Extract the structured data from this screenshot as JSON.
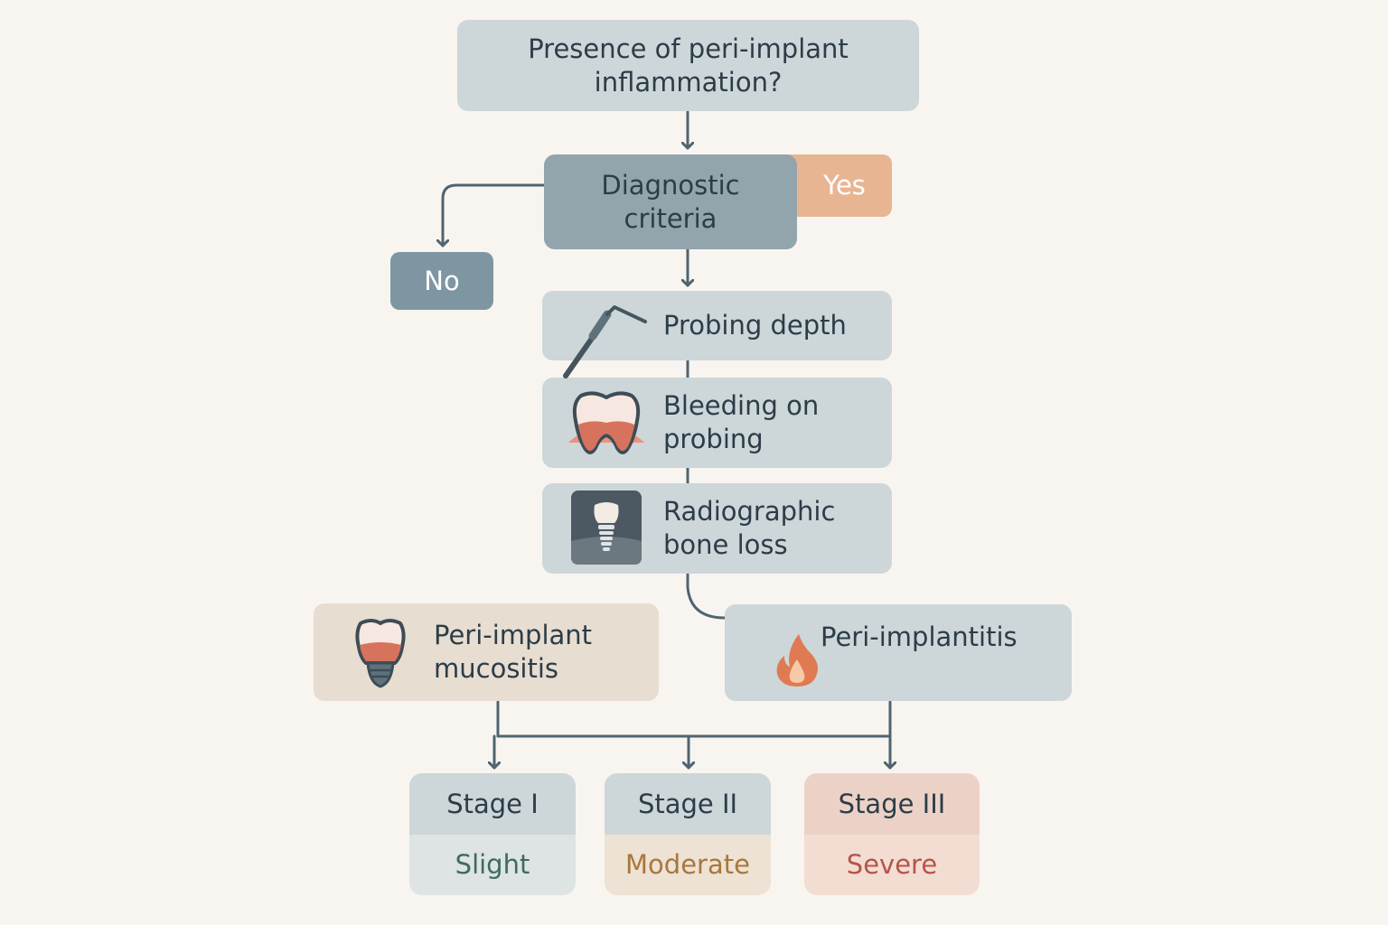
{
  "question": "Presence of peri-implant inflammation?",
  "criteria": "Diagnostic criteria",
  "yes_label": "Yes",
  "no_label": "No",
  "steps": {
    "probing": "Probing depth",
    "bleeding": "Bleeding on probing",
    "radiographic": "Radiographic bone loss"
  },
  "outcomes": {
    "mucositis": "Peri-implant mucositis",
    "implantitis": "Peri-implantitis"
  },
  "stages": [
    {
      "name": "Stage I",
      "severity": "Slight"
    },
    {
      "name": "Stage II",
      "severity": "Moderate"
    },
    {
      "name": "Stage III",
      "severity": "Severe"
    }
  ],
  "colors": {
    "background": "#f8f5f0",
    "box_grey": "#cdd6d9",
    "box_dark": "#92a4ac",
    "yes": "#e8b592",
    "no": "#7e96a2",
    "mucositis": "#e7ddd0",
    "connector": "#4f6470",
    "slight": "#3f6a62",
    "moderate": "#a8773d",
    "severe": "#b4554a"
  },
  "icons": [
    "periodontal-probe-icon",
    "bleeding-tooth-icon",
    "xray-implant-icon",
    "implant-crown-icon",
    "flame-icon"
  ]
}
